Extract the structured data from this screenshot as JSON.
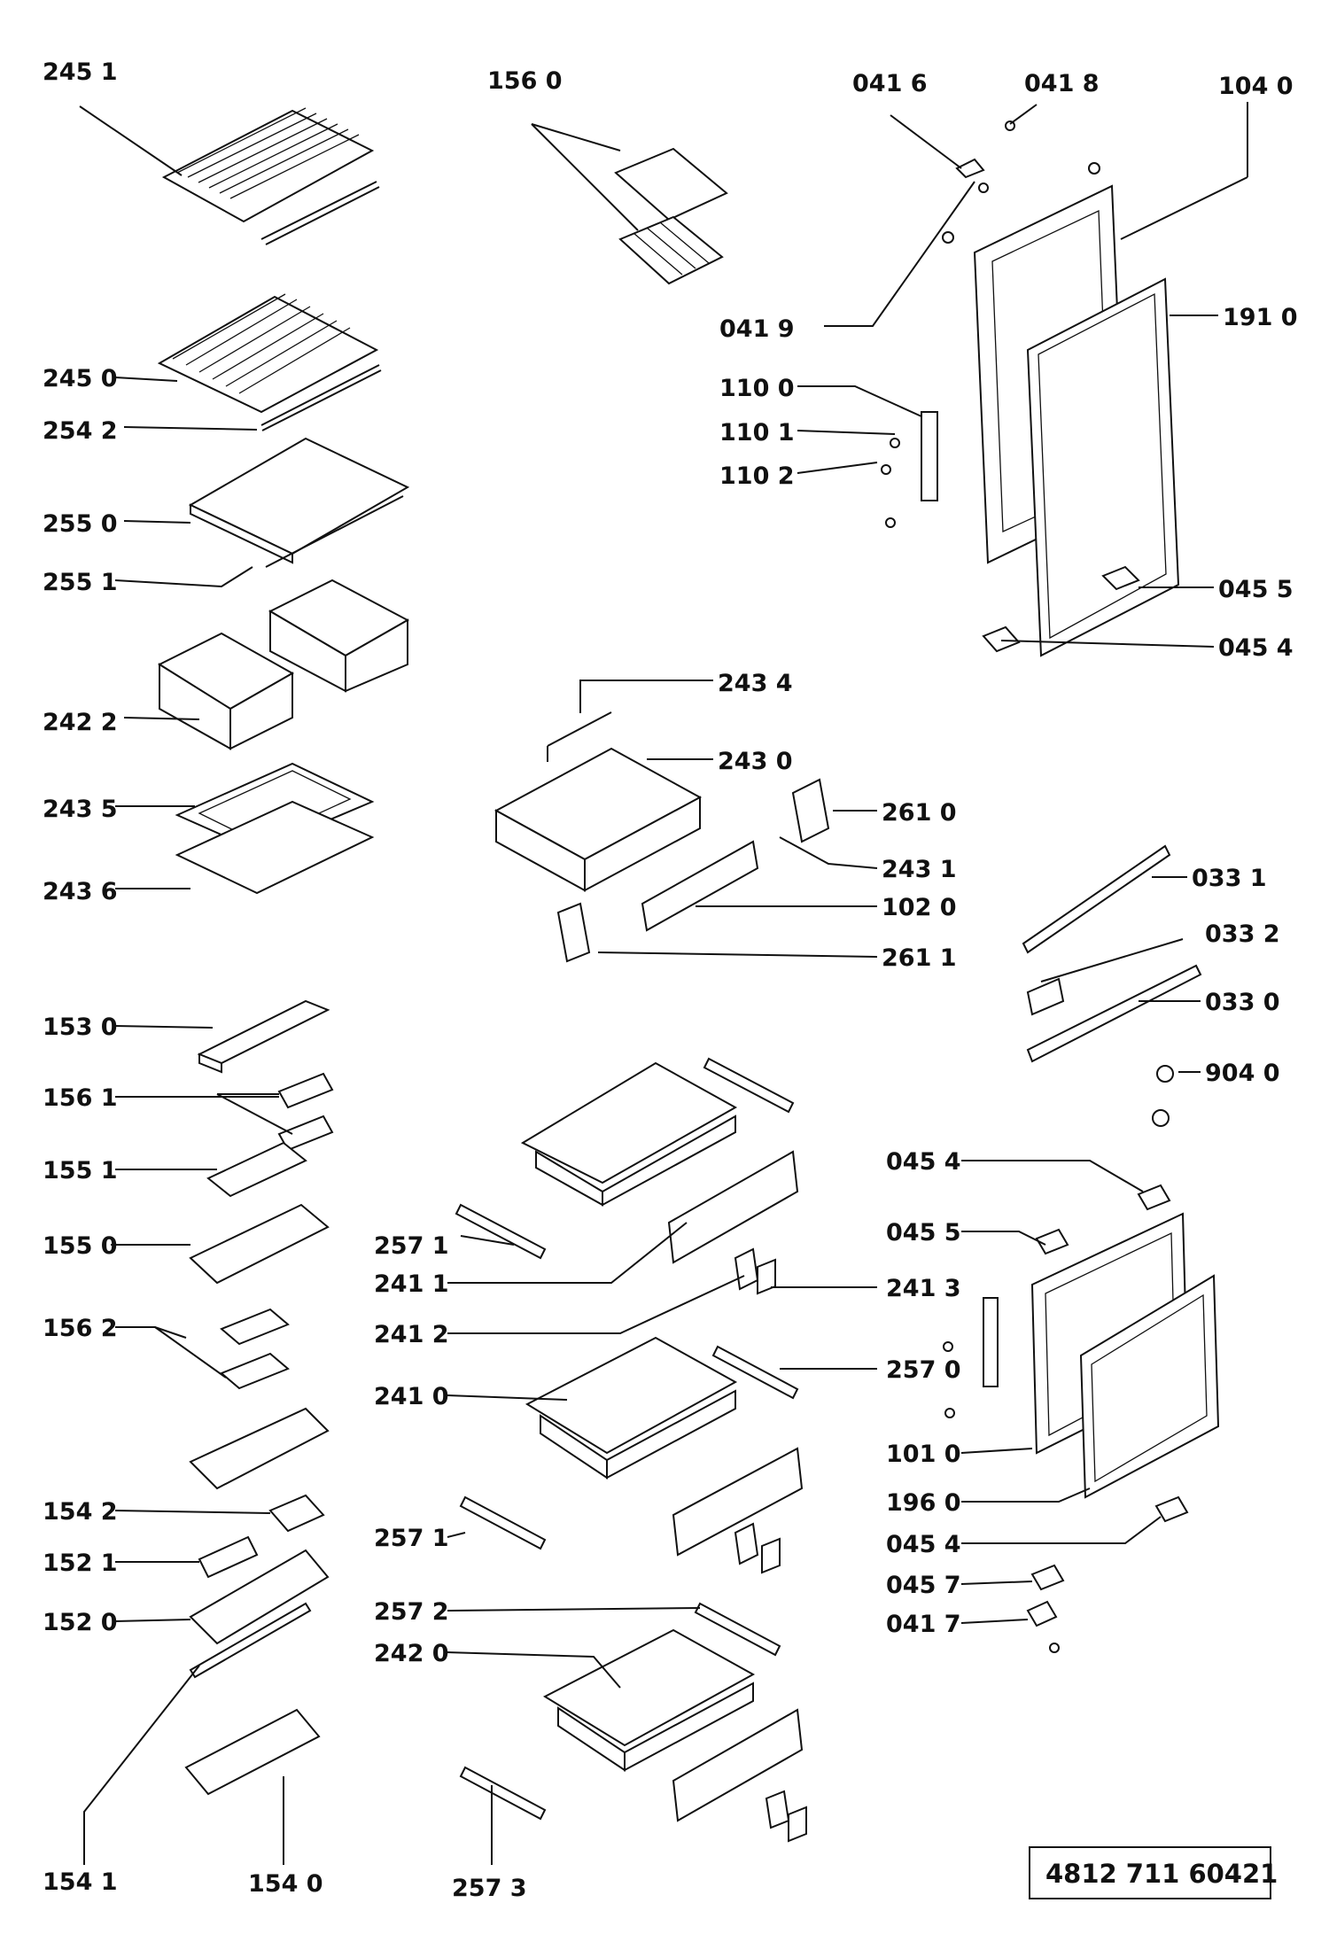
{
  "reference_number": "4812 711 60421",
  "part_labels": {
    "p2451": "245 1",
    "p1560": "156 0",
    "p0416": "041 6",
    "p0418": "041 8",
    "p1040": "104 0",
    "p0419": "041 9",
    "p1910": "191 0",
    "p2450": "245 0",
    "p2542": "254 2",
    "p1100": "110 0",
    "p1101": "110 1",
    "p1102": "110 2",
    "p2550": "255 0",
    "p2551": "255 1",
    "p0455a": "045 5",
    "p0454a": "045 4",
    "p2434": "243 4",
    "p2422": "242 2",
    "p2430": "243 0",
    "p2610": "261 0",
    "p2435": "243 5",
    "p2431": "243 1",
    "p2436": "243 6",
    "p0331": "033 1",
    "p1020": "102 0",
    "p2611": "261 1",
    "p0332": "033 2",
    "p1530": "153 0",
    "p0330": "033 0",
    "p1561": "156 1",
    "p9040": "904 0",
    "p1551": "155 1",
    "p0454b": "045 4",
    "p1550": "155 0",
    "p2571a": "257 1",
    "p0455b": "045 5",
    "p2411": "241 1",
    "p2413": "241 3",
    "p1562": "156 2",
    "p2412": "241 2",
    "p2570": "257 0",
    "p2410": "241 0",
    "p1010": "101 0",
    "p1542": "154 2",
    "p1960": "196 0",
    "p2571b": "257 1",
    "p0454c": "045 4",
    "p1521": "152 1",
    "p0457": "045 7",
    "p1520": "152 0",
    "p2572": "257 2",
    "p0417": "041 7",
    "p2420": "242 0",
    "p1541": "154 1",
    "p1540": "154 0",
    "p2573": "257 3"
  }
}
